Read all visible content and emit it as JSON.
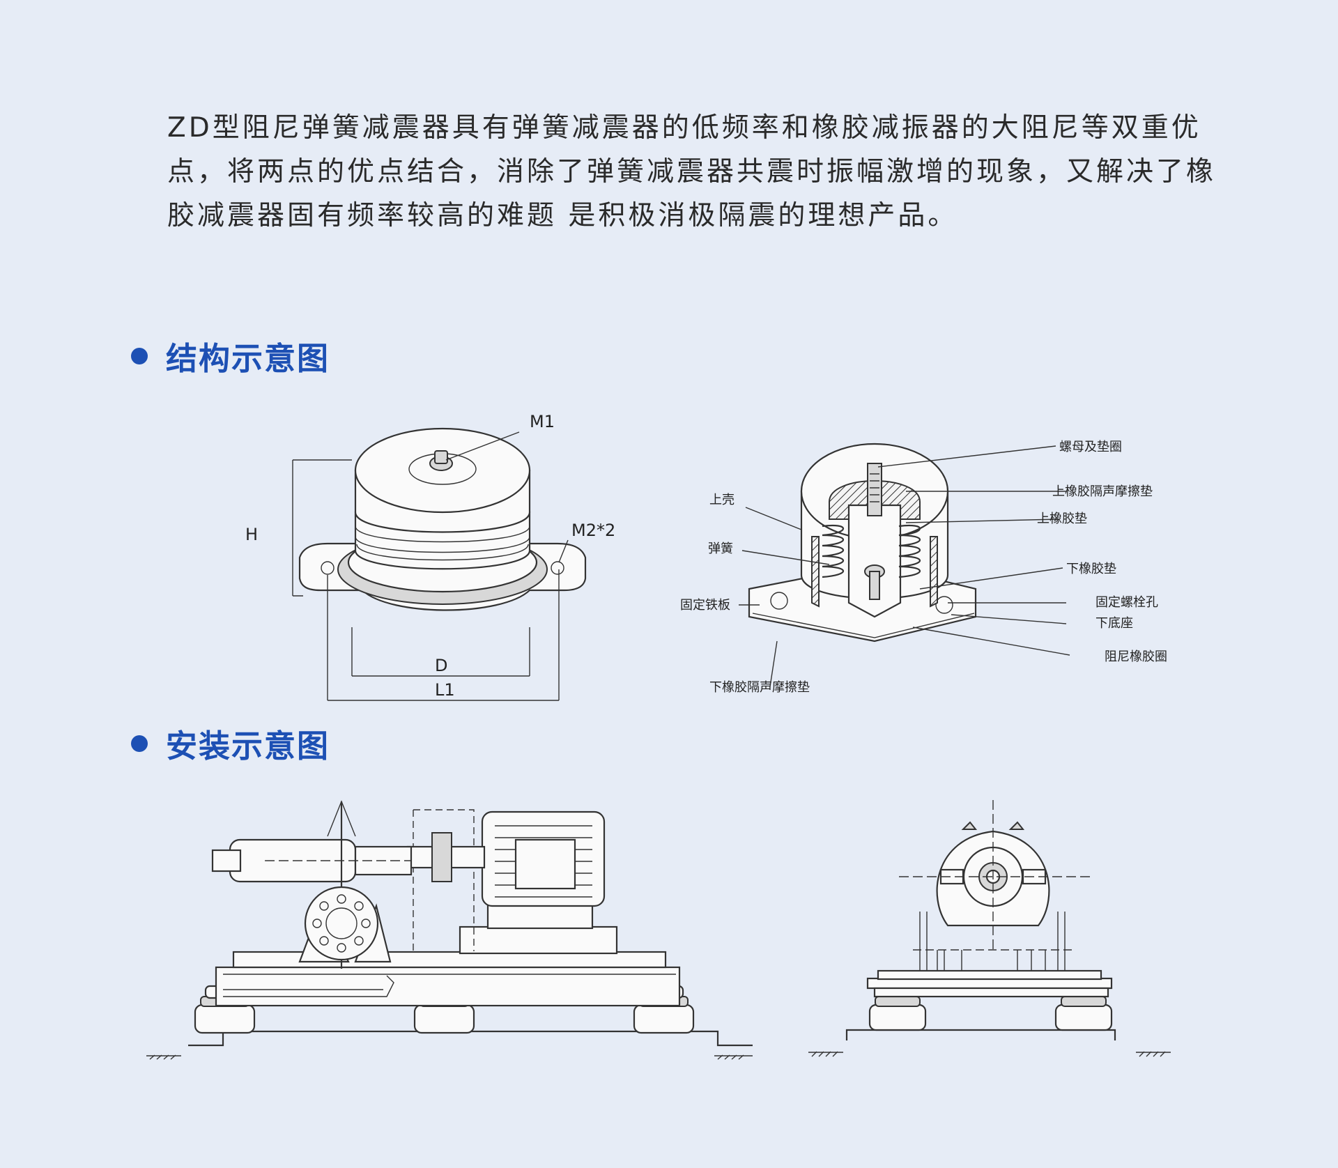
{
  "intro": {
    "lines": [
      "ZD型阻尼弹簧减震器具有弹簧减震器的低频率和橡胶减振器的大阻尼等双重优",
      "点，将两点的优点结合，消除了弹簧减震器共震时振幅激增的现象，又解决了橡",
      "胶减震器固有频率较高的难题   是积极消极隔震的理想产品。"
    ]
  },
  "sections": {
    "structure": {
      "title": "结构示意图"
    },
    "installation": {
      "title": "安装示意图"
    }
  },
  "colors": {
    "accent": "#1d50b4",
    "background": "#e6ecf6",
    "text": "#2a2a2a"
  },
  "structure_diagram": {
    "dimension_labels": {
      "m1": "M1",
      "h": "H",
      "m2": "M2*2",
      "d": "D",
      "l1": "L1"
    },
    "part_labels": {
      "nut_washer": "螺母及垫圈",
      "upper_rubber_sound_pad": "上橡胶隔声摩擦垫",
      "upper_shell": "上壳",
      "upper_rubber_pad": "上橡胶垫",
      "spring": "弹簧",
      "lower_rubber_pad": "下橡胶垫",
      "fixed_iron_plate": "固定铁板",
      "fixing_bolt_hole": "固定螺栓孔",
      "lower_base": "下底座",
      "damping_rubber_ring": "阻尼橡胶圈",
      "lower_rubber_sound_pad": "下橡胶隔声摩擦垫"
    }
  }
}
